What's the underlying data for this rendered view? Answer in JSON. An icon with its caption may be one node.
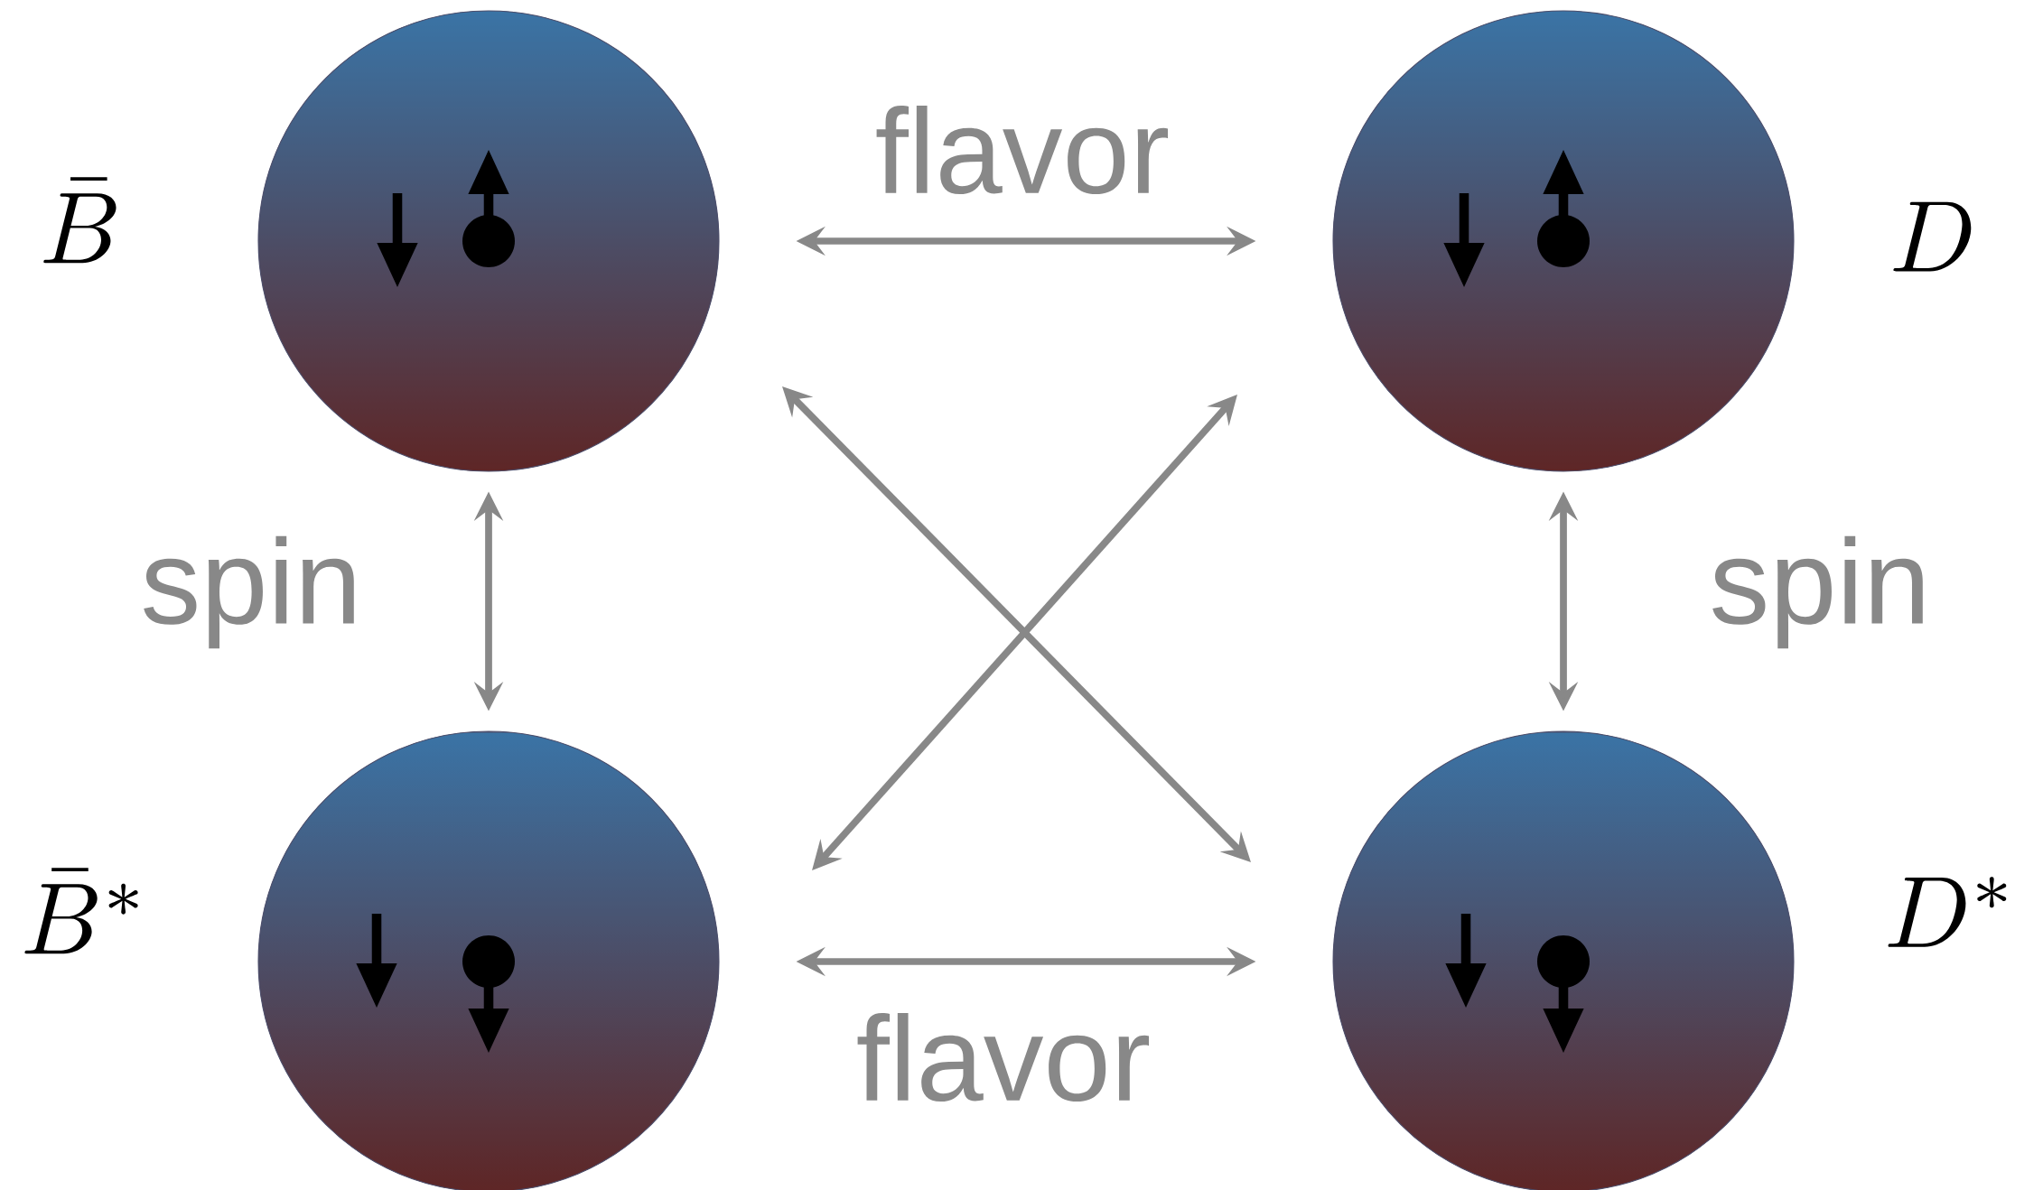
{
  "diagram": {
    "nodes": [
      {
        "text": [],
        "shape": "circle"
      },
      {
        "text": [],
        "shape": "circle"
      },
      {
        "text": [],
        "shape": "circle"
      },
      {
        "text": [],
        "shape": "circle"
      }
    ],
    "edges": [
      {
        "from": 0,
        "to": 1,
        "arrow": "both",
        "label": "flavor"
      },
      {
        "from": 0,
        "to": 2,
        "arrow": "both",
        "label": "spin"
      },
      {
        "from": 1,
        "to": 3,
        "arrow": "both",
        "label": "spin"
      },
      {
        "from": 0,
        "to": 3,
        "arrow": "both"
      },
      {
        "from": 1,
        "to": 2,
        "arrow": "both"
      },
      {
        "from": 2,
        "to": 3,
        "arrow": "both",
        "label": "flavor"
      }
    ],
    "labels": [
      "\\bar{B}",
      "D",
      "\\bar{B}^{*}",
      "D^{*}"
    ]
  }
}
